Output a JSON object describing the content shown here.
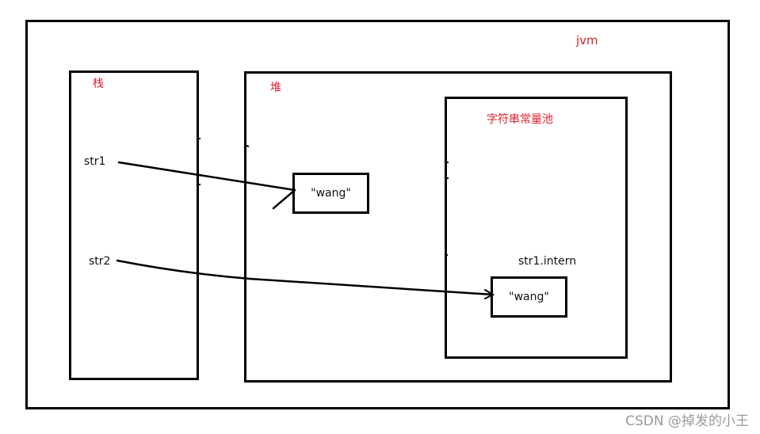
{
  "labels": {
    "jvm": "jvm",
    "stack": "栈",
    "heap": "堆",
    "string_pool": "字符串常量池",
    "str1": "str1",
    "str2": "str2",
    "intern": "str1.intern"
  },
  "values": {
    "heap_string": "\"wang\"",
    "pool_string": "\"wang\""
  },
  "watermark": "CSDN @掉发的小王",
  "colors": {
    "label_red": "#e0202a",
    "line": "#000000"
  }
}
